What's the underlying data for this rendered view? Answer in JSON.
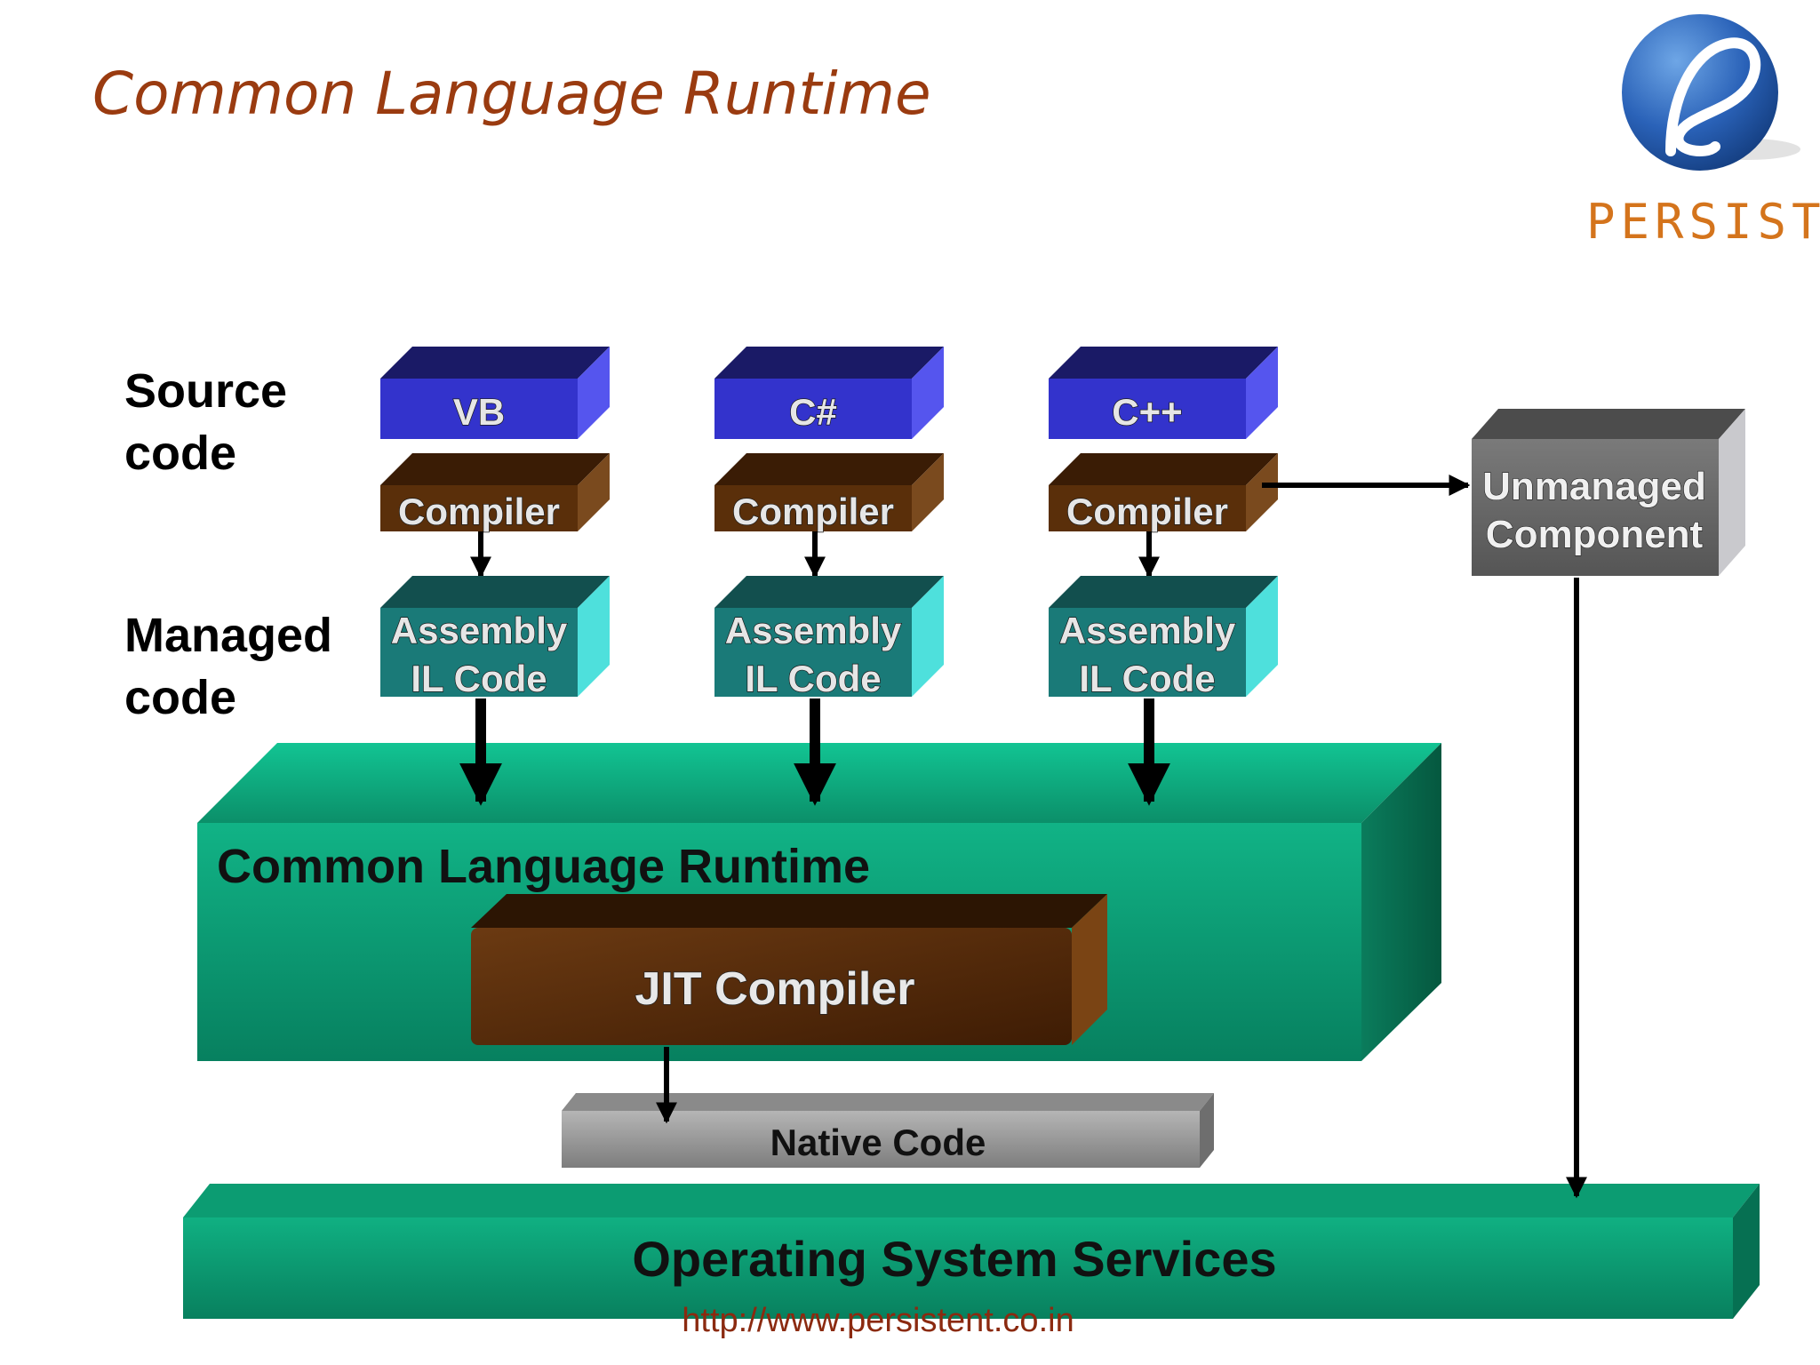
{
  "slide": {
    "title": "Common Language Runtime",
    "logo_text": "PERSISTENT",
    "footer_url": "http://www.persistent.co.in"
  },
  "labels": {
    "source_code": [
      "Source",
      "code"
    ],
    "managed_code": [
      "Managed",
      "code"
    ]
  },
  "languages": [
    {
      "name": "VB",
      "compiler": "Compiler",
      "assembly": [
        "Assembly",
        "IL Code"
      ]
    },
    {
      "name": "C#",
      "compiler": "Compiler",
      "assembly": [
        "Assembly",
        "IL Code"
      ]
    },
    {
      "name": "C++",
      "compiler": "Compiler",
      "assembly": [
        "Assembly",
        "IL Code"
      ]
    }
  ],
  "unmanaged": [
    "Unmanaged",
    "Component"
  ],
  "runtime": {
    "title": "Common Language Runtime",
    "jit": "JIT Compiler"
  },
  "native_code": "Native Code",
  "os": "Operating System Services",
  "colors": {
    "title": "#9a3b10",
    "logo_text": "#d4741c",
    "language_front": "#3333cc",
    "language_top": "#1a1a66",
    "language_side": "#5555ee",
    "compiler_front": "#5a2f0a",
    "compiler_top": "#3a1c05",
    "compiler_side": "#7a4a1e",
    "assembly_front": "#1a7a78",
    "assembly_top": "#124f4e",
    "assembly_side": "#4ee0dc",
    "runtime": "#0fa57c",
    "jit": "#5a2e0c",
    "native": "#9a9a9a",
    "unmanaged_front": "#6a6a6a",
    "unmanaged_top": "#4a4a4a",
    "unmanaged_side": "#c8c8cc"
  }
}
